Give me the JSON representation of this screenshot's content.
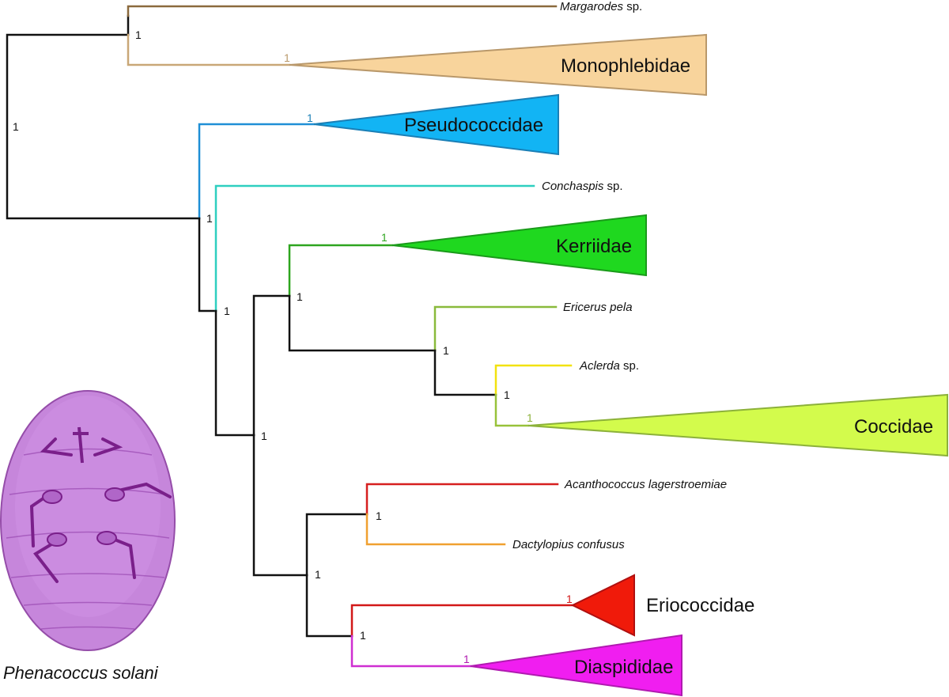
{
  "colors": {
    "black": "#111111",
    "margarodes": "#8b6a3e",
    "monophlebidae_branch": "#c9a777",
    "monophlebidae_fill": "#f8d49c",
    "monophlebidae_stroke": "#b9986a",
    "pseudococcidae_branch": "#1f8fd6",
    "pseudococcidae_fill": "#12b4f4",
    "pseudococcidae_stroke": "#1a7fb6",
    "conchaspis": "#2ecfc0",
    "kerriidae_branch": "#2ea51f",
    "kerriidae_fill": "#1fd81f",
    "kerriidae_stroke": "#1a9a1a",
    "ericerus": "#8aba3c",
    "aclerda": "#f2e20f",
    "coccidae_branch": "#98c23a",
    "coccidae_fill": "#d3fb4c",
    "coccidae_stroke": "#8cb13a",
    "acanthococcus": "#d61f1f",
    "dactylopius": "#f0a030",
    "eriococcidae_branch": "#d21818",
    "eriococcidae_fill": "#f01a0a",
    "eriococcidae_stroke": "#b01010",
    "diaspididae_branch": "#cf2fd1",
    "diaspididae_fill": "#f01ef0",
    "diaspididae_stroke": "#b01ab0",
    "specimen_body": "#c07ad8",
    "specimen_dark": "#7a1f8a"
  },
  "tips": {
    "margarodes": {
      "genus": "Margarodes",
      "rest": " sp."
    },
    "conchaspis": {
      "genus": "Conchaspis",
      "rest": " sp."
    },
    "ericerus": {
      "genus": "Ericerus pela",
      "rest": ""
    },
    "aclerda": {
      "genus": "Aclerda",
      "rest": " sp."
    },
    "acanthococcus": {
      "genus": "Acanthococcus lagerstroemiae",
      "rest": ""
    },
    "dactylopius": {
      "genus": "Dactylopius confusus",
      "rest": ""
    }
  },
  "clades": {
    "monophlebidae": "Monophlebidae",
    "pseudococcidae": "Pseudococcidae",
    "kerriidae": "Kerriidae",
    "coccidae": "Coccidae",
    "eriococcidae": "Eriococcidae",
    "diaspididae": "Diaspididae"
  },
  "support": {
    "root": "1",
    "margarodes_node": "1",
    "monophlebidae": "1",
    "pseudococcidae": "1",
    "neococcoid_base": "1",
    "conchaspis_node": "1",
    "neococcoid_core": "1",
    "kerriidae": "1",
    "kerriidae_node": "1",
    "ericerus_node": "1",
    "aclerda_node": "1",
    "coccidae": "1",
    "acanthococcus_node": "1",
    "eriococcid_node": "1",
    "diaspidid_node": "1",
    "eriococcidae": "1",
    "diaspididae": "1"
  },
  "specimen": {
    "caption": "Phenacoccus solani"
  }
}
